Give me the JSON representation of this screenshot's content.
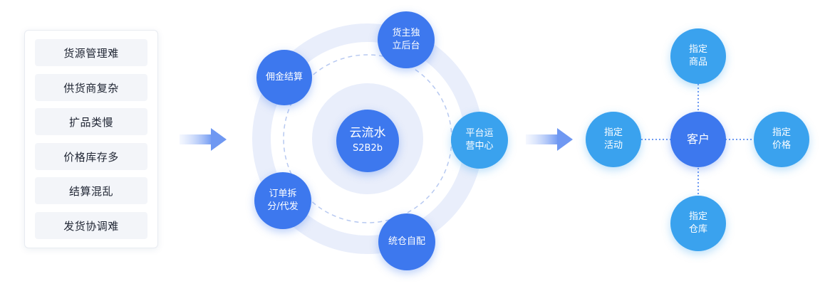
{
  "pain_points": [
    "货源管理难",
    "供货商复杂",
    "扩品类慢",
    "价格库存多",
    "结算混乱",
    "发货协调难"
  ],
  "center": {
    "title": "云流水",
    "subtitle": "S2B2b"
  },
  "orbit_nodes": {
    "top": [
      "货主独",
      "立后台"
    ],
    "left_top": [
      "佣金结算"
    ],
    "right": [
      "平台运",
      "营中心"
    ],
    "left_bottom": [
      "订单拆",
      "分/代发"
    ],
    "bottom": [
      "统仓自配"
    ]
  },
  "customer": {
    "center": "客户",
    "top": [
      "指定",
      "商品"
    ],
    "left": [
      "指定",
      "活动"
    ],
    "right": [
      "指定",
      "价格"
    ],
    "bottom": [
      "指定",
      "仓库"
    ]
  },
  "colors": {
    "primary": "#3d78ee",
    "secondary": "#3aa2ee",
    "ring": "#e6ecfb"
  }
}
